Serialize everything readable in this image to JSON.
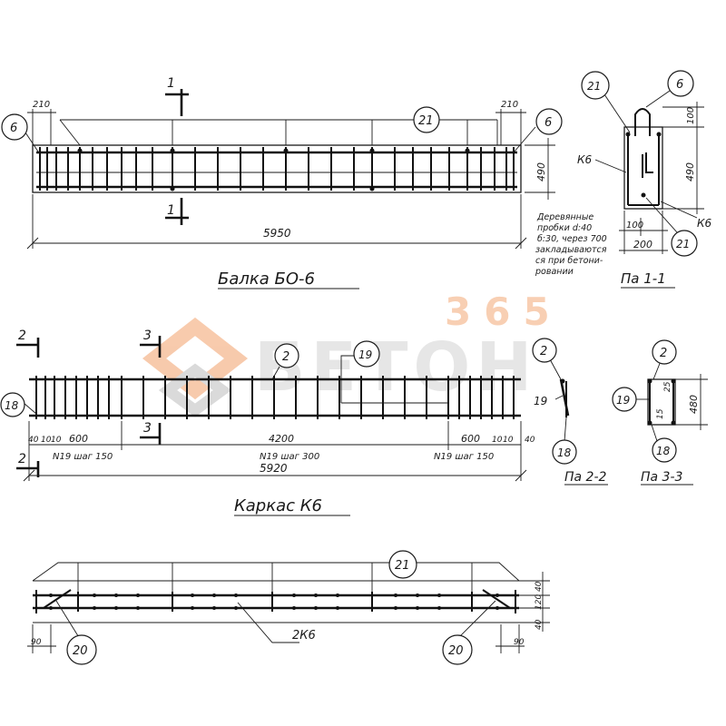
{
  "watermark": {
    "number": "365",
    "word": "БЕТОН",
    "accent_color": "#f2a06a",
    "gray_color": "#b9b9b9"
  },
  "beam": {
    "title": "Балка БО-6",
    "length": "5950",
    "height": "490",
    "end_offset_left": "210",
    "end_offset_right": "210",
    "callout_6": "6",
    "callout_21": "21",
    "section_mark": "1"
  },
  "section_1_1": {
    "title": "Па 1-1",
    "callout_21": "21",
    "callout_6": "6",
    "frame_label_left": "К6",
    "frame_label_right": "К6",
    "dim_top": "100",
    "dim_height": "490",
    "dim_inner": "100",
    "dim_width": "200",
    "note_lines": [
      "Деревянные",
      "пробки d:40",
      "б:30, через 700",
      "закладываются",
      "ся при бетони-",
      "ровании"
    ]
  },
  "frame_k6": {
    "title": "Каркас К6",
    "length": "5920",
    "mid_span": "4200",
    "side_600_left": "600",
    "side_600_right": "600",
    "small_dims_left": [
      "40",
      "10",
      "10"
    ],
    "small_dims_right": [
      "10",
      "10",
      "40"
    ],
    "step_left": "N19 шаг 150",
    "step_mid": "N19 шаг 300",
    "step_right": "N19 шаг 150",
    "callout_2": "2",
    "callout_19": "19",
    "callout_18": "18",
    "section_mark_2": "2",
    "section_mark_3": "3"
  },
  "section_2_2": {
    "title": "Па 2-2",
    "callout_2": "2",
    "callout_19": "19",
    "callout_18": "18"
  },
  "section_3_3": {
    "title": "Па 3-3",
    "callout_2": "2",
    "callout_19": "19",
    "callout_18": "18",
    "dim_total": "480",
    "dim_a": "25",
    "dim_b": "15"
  },
  "plan": {
    "callout_21": "21",
    "callout_20_left": "20",
    "callout_20_right": "20",
    "label_2k6": "2К6",
    "dim_left": "90",
    "dim_right": "90",
    "dims_right": [
      "40",
      "120",
      "40"
    ]
  }
}
